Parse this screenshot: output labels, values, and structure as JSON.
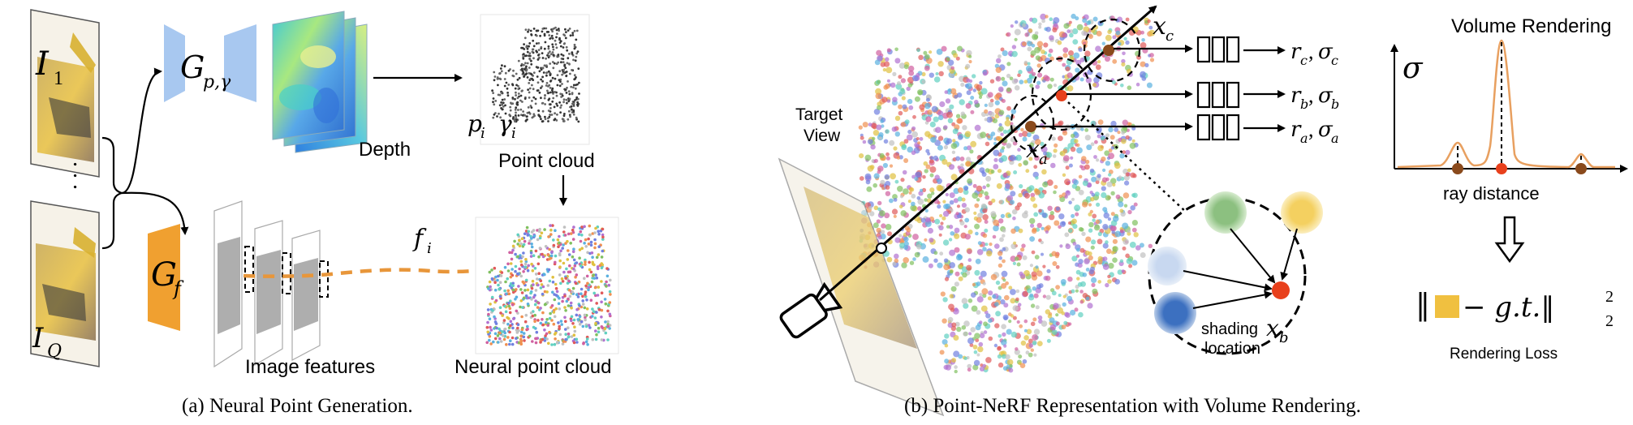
{
  "panel_a": {
    "caption": "(a) Neural Point Generation.",
    "input_first": "I",
    "input_first_sub": "1",
    "input_last": "I",
    "input_last_sub": "Q",
    "dots": ". . .",
    "depth_net": "G",
    "depth_net_sub": "p,γ",
    "feature_net": "G",
    "feature_net_sub": "f",
    "depth_label": "Depth",
    "point_cloud_label": "Point cloud",
    "point_symbol": "p",
    "point_symbol_sub": "i",
    "confidence_symbol": "γ",
    "confidence_symbol_sub": "i",
    "feature_symbol": "f",
    "feature_symbol_sub": "i",
    "image_features_label": "Image features",
    "neural_point_cloud_label": "Neural point cloud"
  },
  "panel_b": {
    "caption": "(b) Point-NeRF Representation with Volume Rendering.",
    "target_view_line1": "Target",
    "target_view_line2": "View",
    "xc": "x",
    "xc_sub": "c",
    "xa": "x",
    "xa_sub": "a",
    "xb": "x",
    "xb_sub": "b",
    "shading_line1": "shading",
    "shading_line2": "location",
    "outputs": [
      {
        "r": "r",
        "rs": "a",
        "s": "σ",
        "ss": "a"
      },
      {
        "r": "r",
        "rs": "b",
        "s": "σ",
        "ss": "b"
      },
      {
        "r": "r",
        "rs": "c",
        "s": "σ",
        "ss": "c"
      }
    ],
    "volume_rendering_title": "Volume Rendering",
    "sigma_axis": "σ",
    "ray_distance_label": "ray distance",
    "loss_formula_tail": "− g.t.‖",
    "loss_formula_head": "‖",
    "loss_sup": "2",
    "loss_sub": "2",
    "rendering_loss_label": "Rendering Loss"
  },
  "colors": {
    "net_blue": "#a8c8f0",
    "net_orange": "#f0a030",
    "feature_dash": "#e8963a",
    "point_red": "#e8401c",
    "point_brown": "#8a4a1c",
    "curve": "#e8a060",
    "loss_square": "#f0c040",
    "green_point": "#8cc080",
    "yellow_point": "#f4d060",
    "lightblue_point": "#c8d8f0",
    "darkblue_point": "#3c70c0"
  }
}
